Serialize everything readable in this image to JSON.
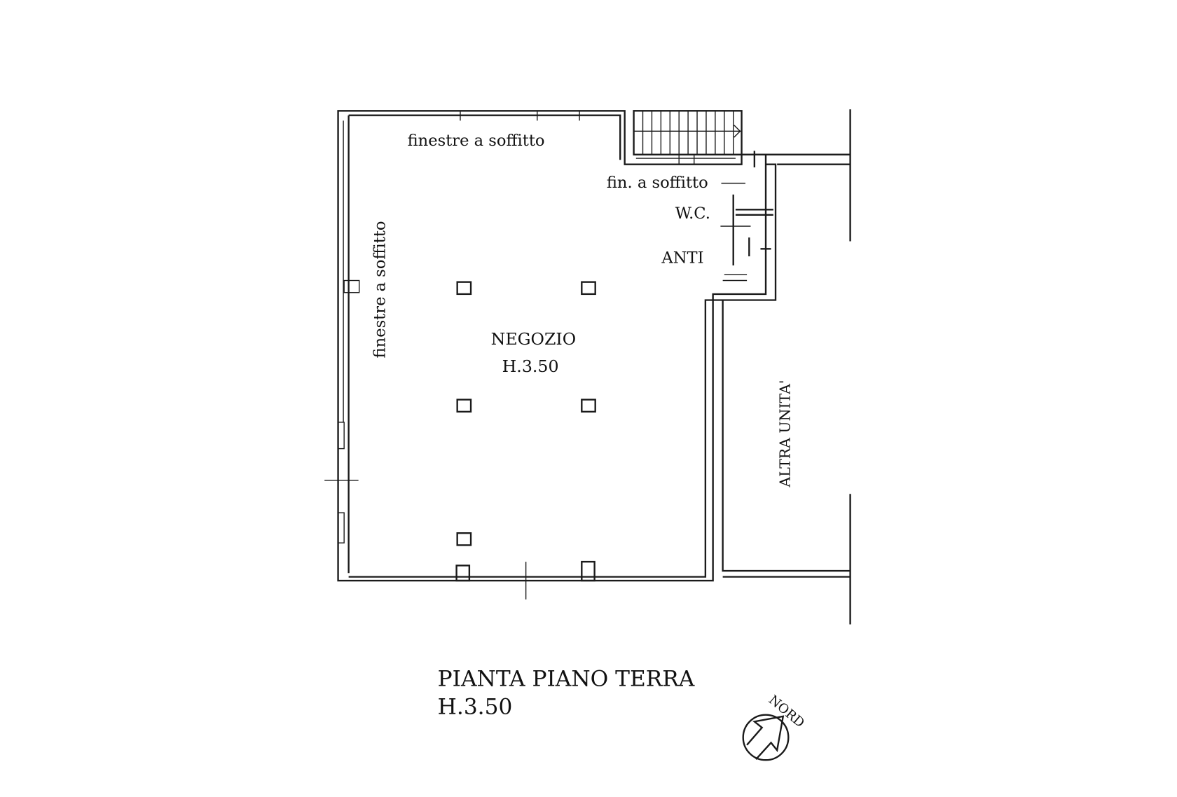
{
  "plan": {
    "title": "PIANTA PIANO TERRA",
    "height": "H.3.50",
    "north_label": "NORD",
    "rooms": {
      "shop_name": "NEGOZIO",
      "shop_height": "H.3.50",
      "wc": "W.C.",
      "anti": "ANTI",
      "other_unit": "ALTRA UNITA'"
    },
    "notes": {
      "top_windows": "finestre a soffitto",
      "left_windows": "finestre a soffitto",
      "small_window": "fin. a soffitto"
    }
  }
}
